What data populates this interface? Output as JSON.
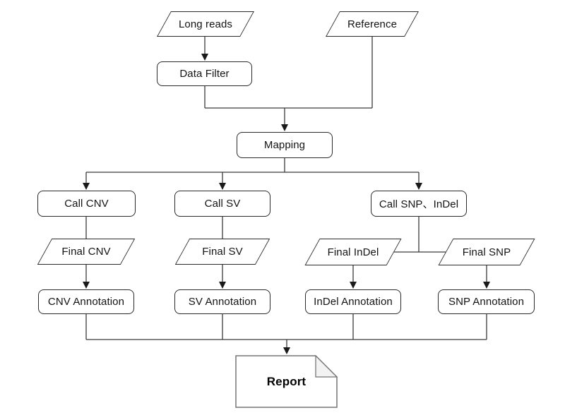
{
  "diagram": {
    "title": "Long-read variant calling pipeline flowchart",
    "background_color": "#ffffff",
    "line_color": "#3a3a3a",
    "node_border_color": "#2a2a2a",
    "node_fill_color": "#ffffff",
    "text_color": "#141414",
    "report_border_color": "#757575",
    "report_fold_fill": "#f2f2f2"
  },
  "nodes": {
    "long_reads": {
      "label": "Long reads",
      "shape": "parallelogram"
    },
    "reference": {
      "label": "Reference",
      "shape": "parallelogram"
    },
    "data_filter": {
      "label": "Data Filter",
      "shape": "rounded-rectangle"
    },
    "mapping": {
      "label": "Mapping",
      "shape": "rounded-rectangle"
    },
    "call_cnv": {
      "label": "Call CNV",
      "shape": "rounded-rectangle"
    },
    "call_sv": {
      "label": "Call SV",
      "shape": "rounded-rectangle"
    },
    "call_snp_indel": {
      "label": "Call SNP、InDel",
      "shape": "rounded-rectangle"
    },
    "final_cnv": {
      "label": "Final CNV",
      "shape": "parallelogram"
    },
    "final_sv": {
      "label": "Final SV",
      "shape": "parallelogram"
    },
    "final_indel": {
      "label": "Final InDel",
      "shape": "parallelogram"
    },
    "final_snp": {
      "label": "Final SNP",
      "shape": "parallelogram"
    },
    "cnv_annotation": {
      "label": "CNV Annotation",
      "shape": "rounded-rectangle"
    },
    "sv_annotation": {
      "label": "SV Annotation",
      "shape": "rounded-rectangle"
    },
    "indel_annotation": {
      "label": "InDel Annotation",
      "shape": "rounded-rectangle"
    },
    "snp_annotation": {
      "label": "SNP Annotation",
      "shape": "rounded-rectangle"
    },
    "report": {
      "label": "Report",
      "shape": "document"
    }
  },
  "edges": [
    {
      "from": "Long reads",
      "to": "Data Filter",
      "arrow": true
    },
    {
      "from": "Data Filter",
      "to": "Mapping",
      "arrow": true
    },
    {
      "from": "Reference",
      "to": "Mapping",
      "arrow": true
    },
    {
      "from": "Mapping",
      "to": "Call CNV",
      "arrow": true
    },
    {
      "from": "Mapping",
      "to": "Call SV",
      "arrow": true
    },
    {
      "from": "Mapping",
      "to": "Call SNP、InDel",
      "arrow": true
    },
    {
      "from": "Call CNV",
      "to": "Final CNV",
      "arrow": false
    },
    {
      "from": "Call SV",
      "to": "Final SV",
      "arrow": false
    },
    {
      "from": "Call SNP、InDel",
      "to": "Final InDel",
      "arrow": false
    },
    {
      "from": "Call SNP、InDel",
      "to": "Final SNP",
      "arrow": false
    },
    {
      "from": "Final CNV",
      "to": "CNV Annotation",
      "arrow": true
    },
    {
      "from": "Final SV",
      "to": "SV Annotation",
      "arrow": true
    },
    {
      "from": "Final InDel",
      "to": "InDel Annotation",
      "arrow": true
    },
    {
      "from": "Final SNP",
      "to": "SNP Annotation",
      "arrow": true
    },
    {
      "from": "CNV Annotation",
      "to": "Report",
      "arrow": true
    },
    {
      "from": "SV Annotation",
      "to": "Report",
      "arrow": true
    },
    {
      "from": "InDel Annotation",
      "to": "Report",
      "arrow": true
    },
    {
      "from": "SNP Annotation",
      "to": "Report",
      "arrow": true
    }
  ]
}
